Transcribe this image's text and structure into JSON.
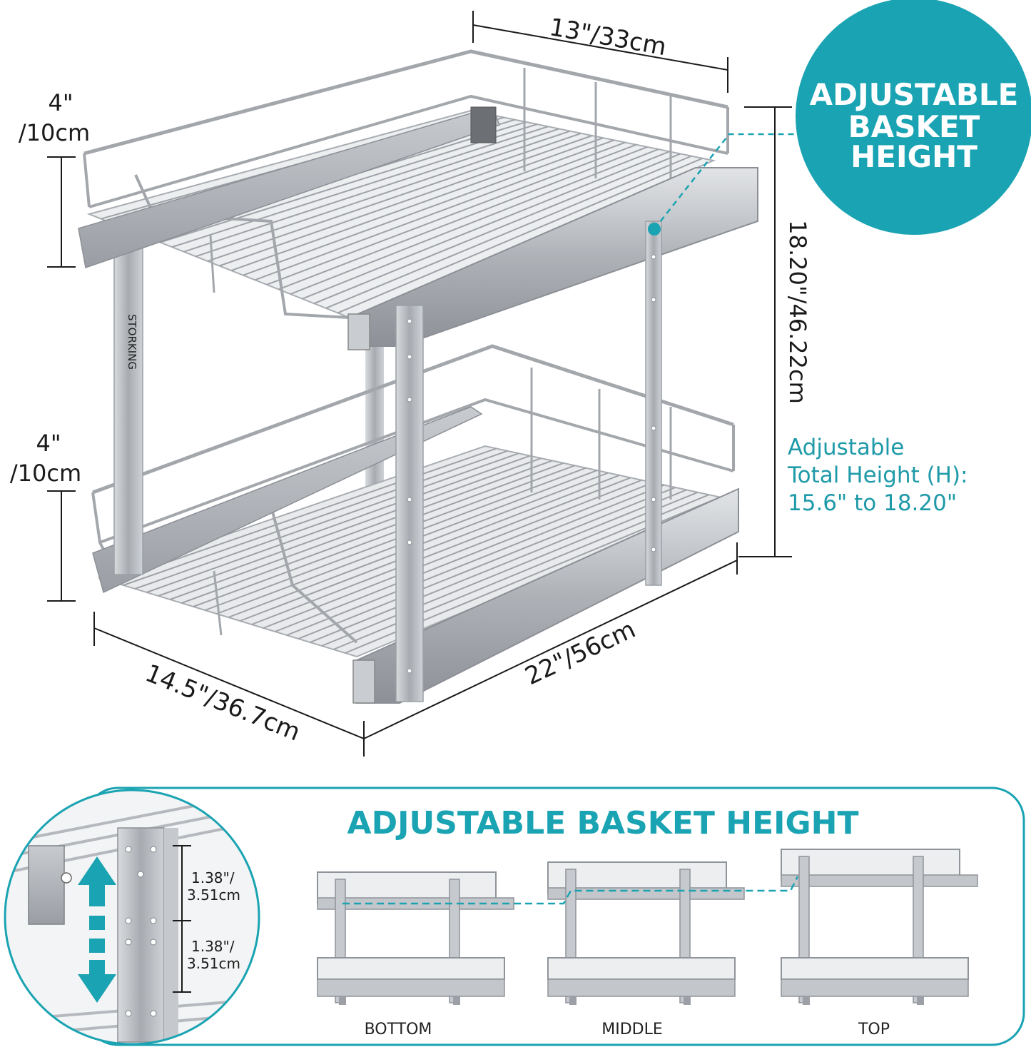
{
  "dimensions": {
    "top_width": "13\"/33cm",
    "upper_gap_in": "4\"",
    "upper_gap_cm": "/10cm",
    "lower_gap_in": "4\"",
    "lower_gap_cm": "/10cm",
    "total_height": "18.20\"/46.22cm",
    "depth": "22\"/56cm",
    "base_width": "14.5\"/36.7cm"
  },
  "badge": {
    "line1": "ADJUSTABLE",
    "line2": "BASKET",
    "line3": "HEIGHT"
  },
  "adjustable_note": {
    "line1": "Adjustable",
    "line2": "Total Height (H):",
    "line3": "15.6\" to 18.20\""
  },
  "panel": {
    "title": "ADJUSTABLE BASKET HEIGHT",
    "step1_in": "1.38\"/",
    "step1_cm": "3.51cm",
    "step2_in": "1.38\"/",
    "step2_cm": "3.51cm",
    "positions": [
      "BOTTOM",
      "MIDDLE",
      "TOP"
    ]
  },
  "brand_mark": "STORKING",
  "colors": {
    "teal": "#1aa3b2",
    "dark_text": "#1a1a1a",
    "chrome": "#b9bcc0"
  }
}
